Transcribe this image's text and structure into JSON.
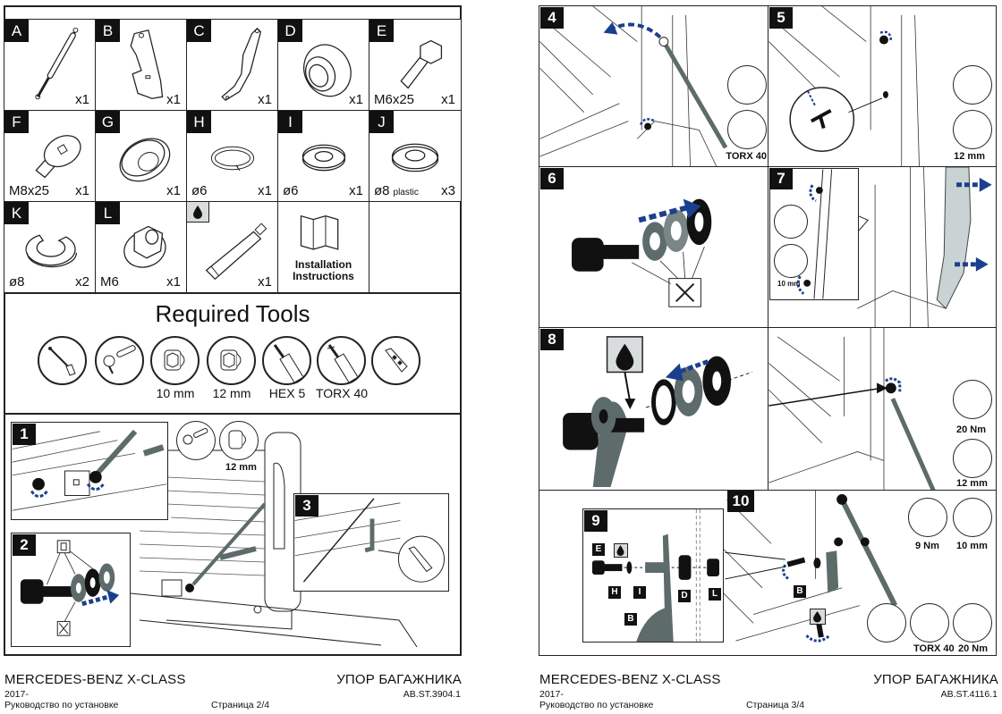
{
  "left_page": {
    "parts": [
      {
        "id": "A",
        "qty": "x1",
        "spec": "",
        "icon": "gas-strut"
      },
      {
        "id": "B",
        "qty": "x1",
        "spec": "",
        "icon": "bracket-b"
      },
      {
        "id": "C",
        "qty": "x1",
        "spec": "",
        "icon": "bracket-c"
      },
      {
        "id": "D",
        "qty": "x1",
        "spec": "",
        "icon": "bushing"
      },
      {
        "id": "E",
        "qty": "x1",
        "spec": "M6x25",
        "icon": "hex-bolt"
      },
      {
        "id": "F",
        "qty": "x1",
        "spec": "M8x25",
        "icon": "socket-bolt"
      },
      {
        "id": "G",
        "qty": "x1",
        "spec": "",
        "icon": "cup-washer"
      },
      {
        "id": "H",
        "qty": "x1",
        "spec": "ø6",
        "icon": "spring-washer"
      },
      {
        "id": "I",
        "qty": "x1",
        "spec": "ø6",
        "icon": "flat-washer"
      },
      {
        "id": "J",
        "qty": "x3",
        "spec": "ø8",
        "spec_note": "plastic",
        "icon": "plastic-washer"
      },
      {
        "id": "K",
        "qty": "x2",
        "spec": "ø8",
        "icon": "c-clip"
      },
      {
        "id": "L",
        "qty": "x1",
        "spec": "M6",
        "icon": "flange-nut"
      },
      {
        "id": "",
        "qty": "x1",
        "spec": "",
        "icon": "grease-tube",
        "tag_icon": "drop-icon"
      },
      {
        "id": "",
        "qty": "",
        "spec": "",
        "icon": "folded-manual",
        "label": "Installation Instructions"
      }
    ],
    "tools": {
      "title": "Required Tools",
      "items": [
        {
          "icon": "torque-wrench",
          "label": ""
        },
        {
          "icon": "ratchet",
          "label": ""
        },
        {
          "icon": "socket",
          "label": "10 mm"
        },
        {
          "icon": "socket",
          "label": "12 mm"
        },
        {
          "icon": "hex-screwdriver",
          "label": "HEX 5"
        },
        {
          "icon": "torx-screwdriver",
          "label": "TORX 40"
        },
        {
          "icon": "utility-knife",
          "label": ""
        }
      ]
    },
    "steps": [
      {
        "num": "1",
        "callout": "12 mm"
      },
      {
        "num": "2"
      },
      {
        "num": "3"
      }
    ],
    "footer": {
      "brand": "MERCEDES-BENZ  X-CLASS",
      "year": "2017-",
      "doc_type": "Руководство по установке",
      "page": "Страница 2/4",
      "product": "УПОР БАГАЖНИКА",
      "code": "AB.ST.3904.1"
    }
  },
  "right_page": {
    "steps": [
      {
        "num": "4",
        "tools": [
          "ratchet",
          "torx-screwdriver"
        ],
        "callouts": [
          "TORX 40"
        ]
      },
      {
        "num": "5",
        "tools": [
          "ratchet",
          "socket"
        ],
        "callouts": [
          "12 mm"
        ]
      },
      {
        "num": "6"
      },
      {
        "num": "7",
        "callouts": [
          "10 mm"
        ]
      },
      {
        "num": "8"
      },
      {
        "num": "",
        "callouts": [
          "20 Nm",
          "12 mm"
        ]
      },
      {
        "num": "9",
        "labels": [
          "E",
          "H",
          "I",
          "D",
          "L",
          "B"
        ]
      },
      {
        "num": "10",
        "callouts": [
          "9 Nm",
          "10 mm",
          "TORX 40",
          "20 Nm"
        ],
        "labels": [
          "B"
        ]
      }
    ],
    "footer": {
      "brand": "MERCEDES-BENZ  X-CLASS",
      "year": "2017-",
      "doc_type": "Руководство по установке",
      "page": "Страница 3/4",
      "product": "УПОР БАГАЖНИКА",
      "code": "AB.ST.4116.1"
    }
  },
  "colors": {
    "arrow_blue": "#1b3f8f",
    "part_grey": "#5e6b6b",
    "panel_grey": "#c9d3d3"
  }
}
